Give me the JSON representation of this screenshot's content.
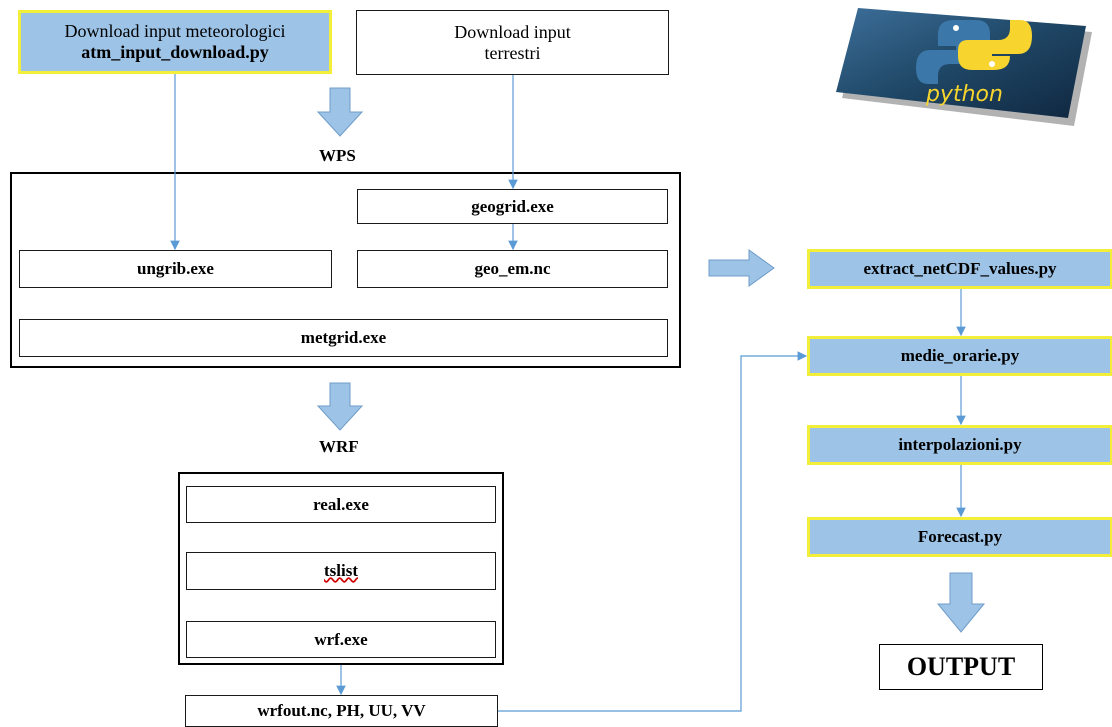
{
  "colors": {
    "box_fill": "#9dc3e6",
    "highlight_border": "#f3ee3a",
    "connector": "#5b9bd5",
    "block_arrow": "#9dc3e6"
  },
  "download_meteo": {
    "line1": "Download input meteorologici",
    "line2": "atm_input_download.py"
  },
  "download_terrestri": {
    "line1": "Download input",
    "line2": "terrestri"
  },
  "wps": {
    "label": "WPS",
    "geogrid": "geogrid.exe",
    "ungrib": "ungrib.exe",
    "geo_em": "geo_em.nc",
    "metgrid": "metgrid.exe"
  },
  "wrf": {
    "label": "WRF",
    "real": "real.exe",
    "tslist": "tslist",
    "wrf_exe": "wrf.exe",
    "wrfout": "wrfout.nc, PH, UU, VV"
  },
  "pipeline": {
    "extract": "extract_netCDF_values.py",
    "medie": "medie_orarie.py",
    "interpolazioni": "interpolazioni.py",
    "forecast": "Forecast.py",
    "output": "OUTPUT"
  },
  "logo": {
    "text": "python",
    "icon": "python-logo"
  }
}
